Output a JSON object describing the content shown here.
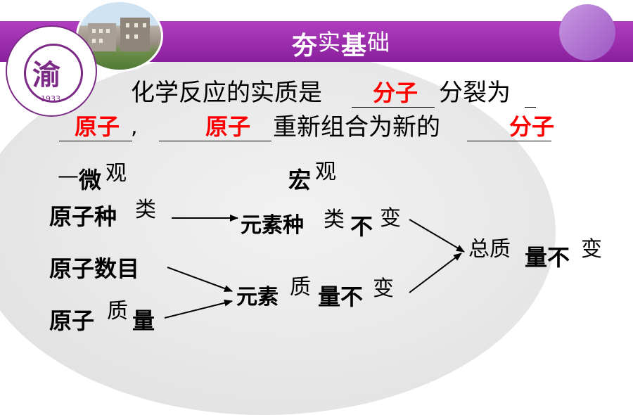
{
  "header": {
    "title_part1": "夯",
    "title_part2": "实",
    "title_part3": "基",
    "title_part4": "础",
    "logo_glyph": "渝",
    "logo_year": "1933"
  },
  "statement": {
    "line1_prefix": "化学反应的实质是",
    "blank1_answer": "分子",
    "line1_middle": "分裂为",
    "blank2_answer": "原子",
    "comma": ",",
    "blank3_answer": "原子",
    "line2_middle": "重新组合为新的",
    "blank4_answer": "分子"
  },
  "headings": {
    "micro_part1": "微",
    "micro_part2": "观",
    "micro_dash": "—",
    "macro_part1": "宏",
    "macro_part2": "观"
  },
  "micro_items": [
    {
      "part1": "原子种",
      "part2": "类"
    },
    {
      "part1": "原子数目",
      "part2": ""
    },
    {
      "part1": "原子",
      "part2": "质",
      "part3": "量"
    }
  ],
  "macro_items": [
    {
      "part1": "元素种",
      "part2": "类",
      "part3": "不",
      "part4": "变"
    },
    {
      "part1": "元素",
      "part2": "质",
      "part3": "量不",
      "part4": "变"
    }
  ],
  "total": {
    "part1": "总质",
    "part2": "量不",
    "part3": "变"
  }
}
